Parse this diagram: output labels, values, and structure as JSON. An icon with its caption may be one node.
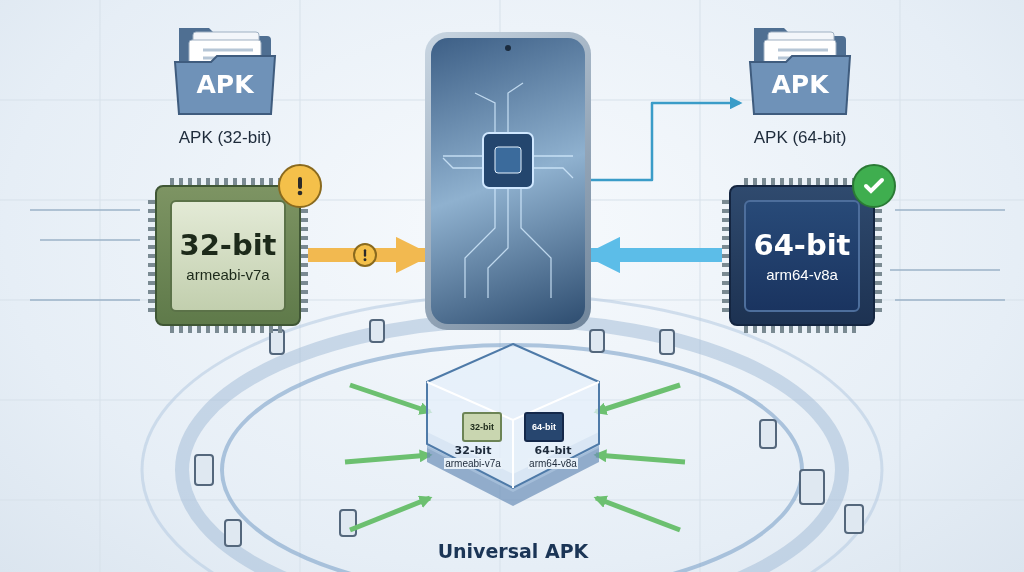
{
  "diagram": {
    "nodes": [
      {
        "text": [
          "APK",
          "APK (32-bit)"
        ]
      },
      {
        "text": [
          "32-bit",
          "armeabi-v7a"
        ]
      },
      {
        "text": [],
        "shape": "phone"
      },
      {
        "text": [
          "APK",
          "APK (64-bit)"
        ]
      },
      {
        "text": [
          "64-bit",
          "arm64-v8a"
        ]
      },
      {
        "text": [
          "Universal APK"
        ]
      },
      {
        "text": [
          "32-bit"
        ],
        "in": 5,
        "beside": [
          "32-bit",
          "armeabi-v7a"
        ]
      },
      {
        "text": [
          "64-bit"
        ],
        "in": 5,
        "beside": [
          "64-bit",
          "arm64-v8a"
        ]
      }
    ],
    "edges": [
      {
        "from": 1,
        "to": 2,
        "arrow": "to",
        "style": "thick",
        "color": "#f2b950"
      },
      {
        "from": 4,
        "to": 2,
        "arrow": "to",
        "style": "thick",
        "color": "#5cbde8"
      },
      {
        "from": 2,
        "to": 3,
        "arrow": "to",
        "color": "#3a9cc8"
      },
      {
        "from": null,
        "to": 5,
        "arrow": "to"
      },
      {
        "from": null,
        "to": 5,
        "arrow": "to"
      },
      {
        "from": null,
        "to": 5,
        "arrow": "to"
      },
      {
        "from": null,
        "to": 5,
        "arrow": "to"
      },
      {
        "from": null,
        "to": 5,
        "arrow": "to"
      },
      {
        "from": null,
        "to": 5,
        "arrow": "to"
      }
    ]
  }
}
